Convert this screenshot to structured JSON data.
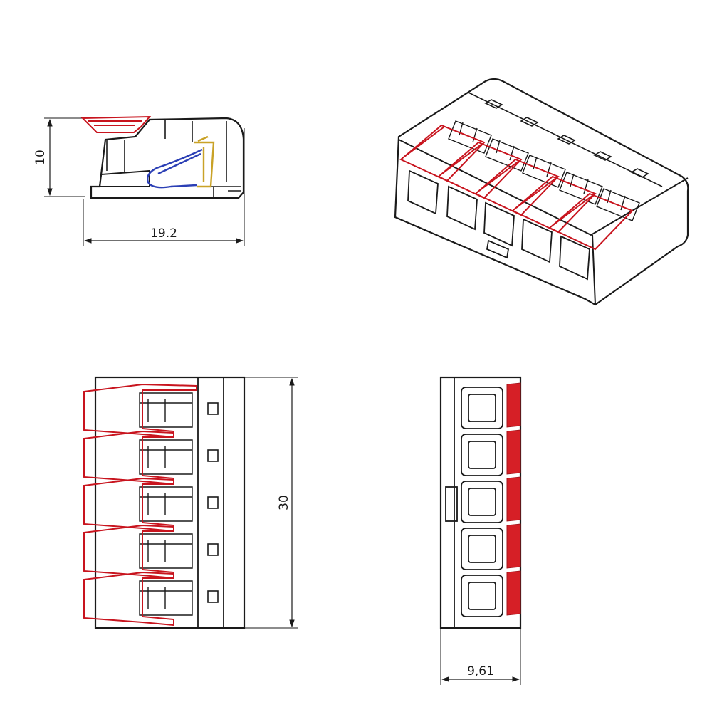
{
  "dimensions": {
    "height": "10",
    "length": "19.2",
    "width": "30",
    "depth": "9,61"
  },
  "colors": {
    "outline": "#1a1a1a",
    "lever": "#d61f26",
    "spring": "#2b3fb5",
    "contact": "#c9a227",
    "body": "#ffffff"
  },
  "lever_count": 5
}
